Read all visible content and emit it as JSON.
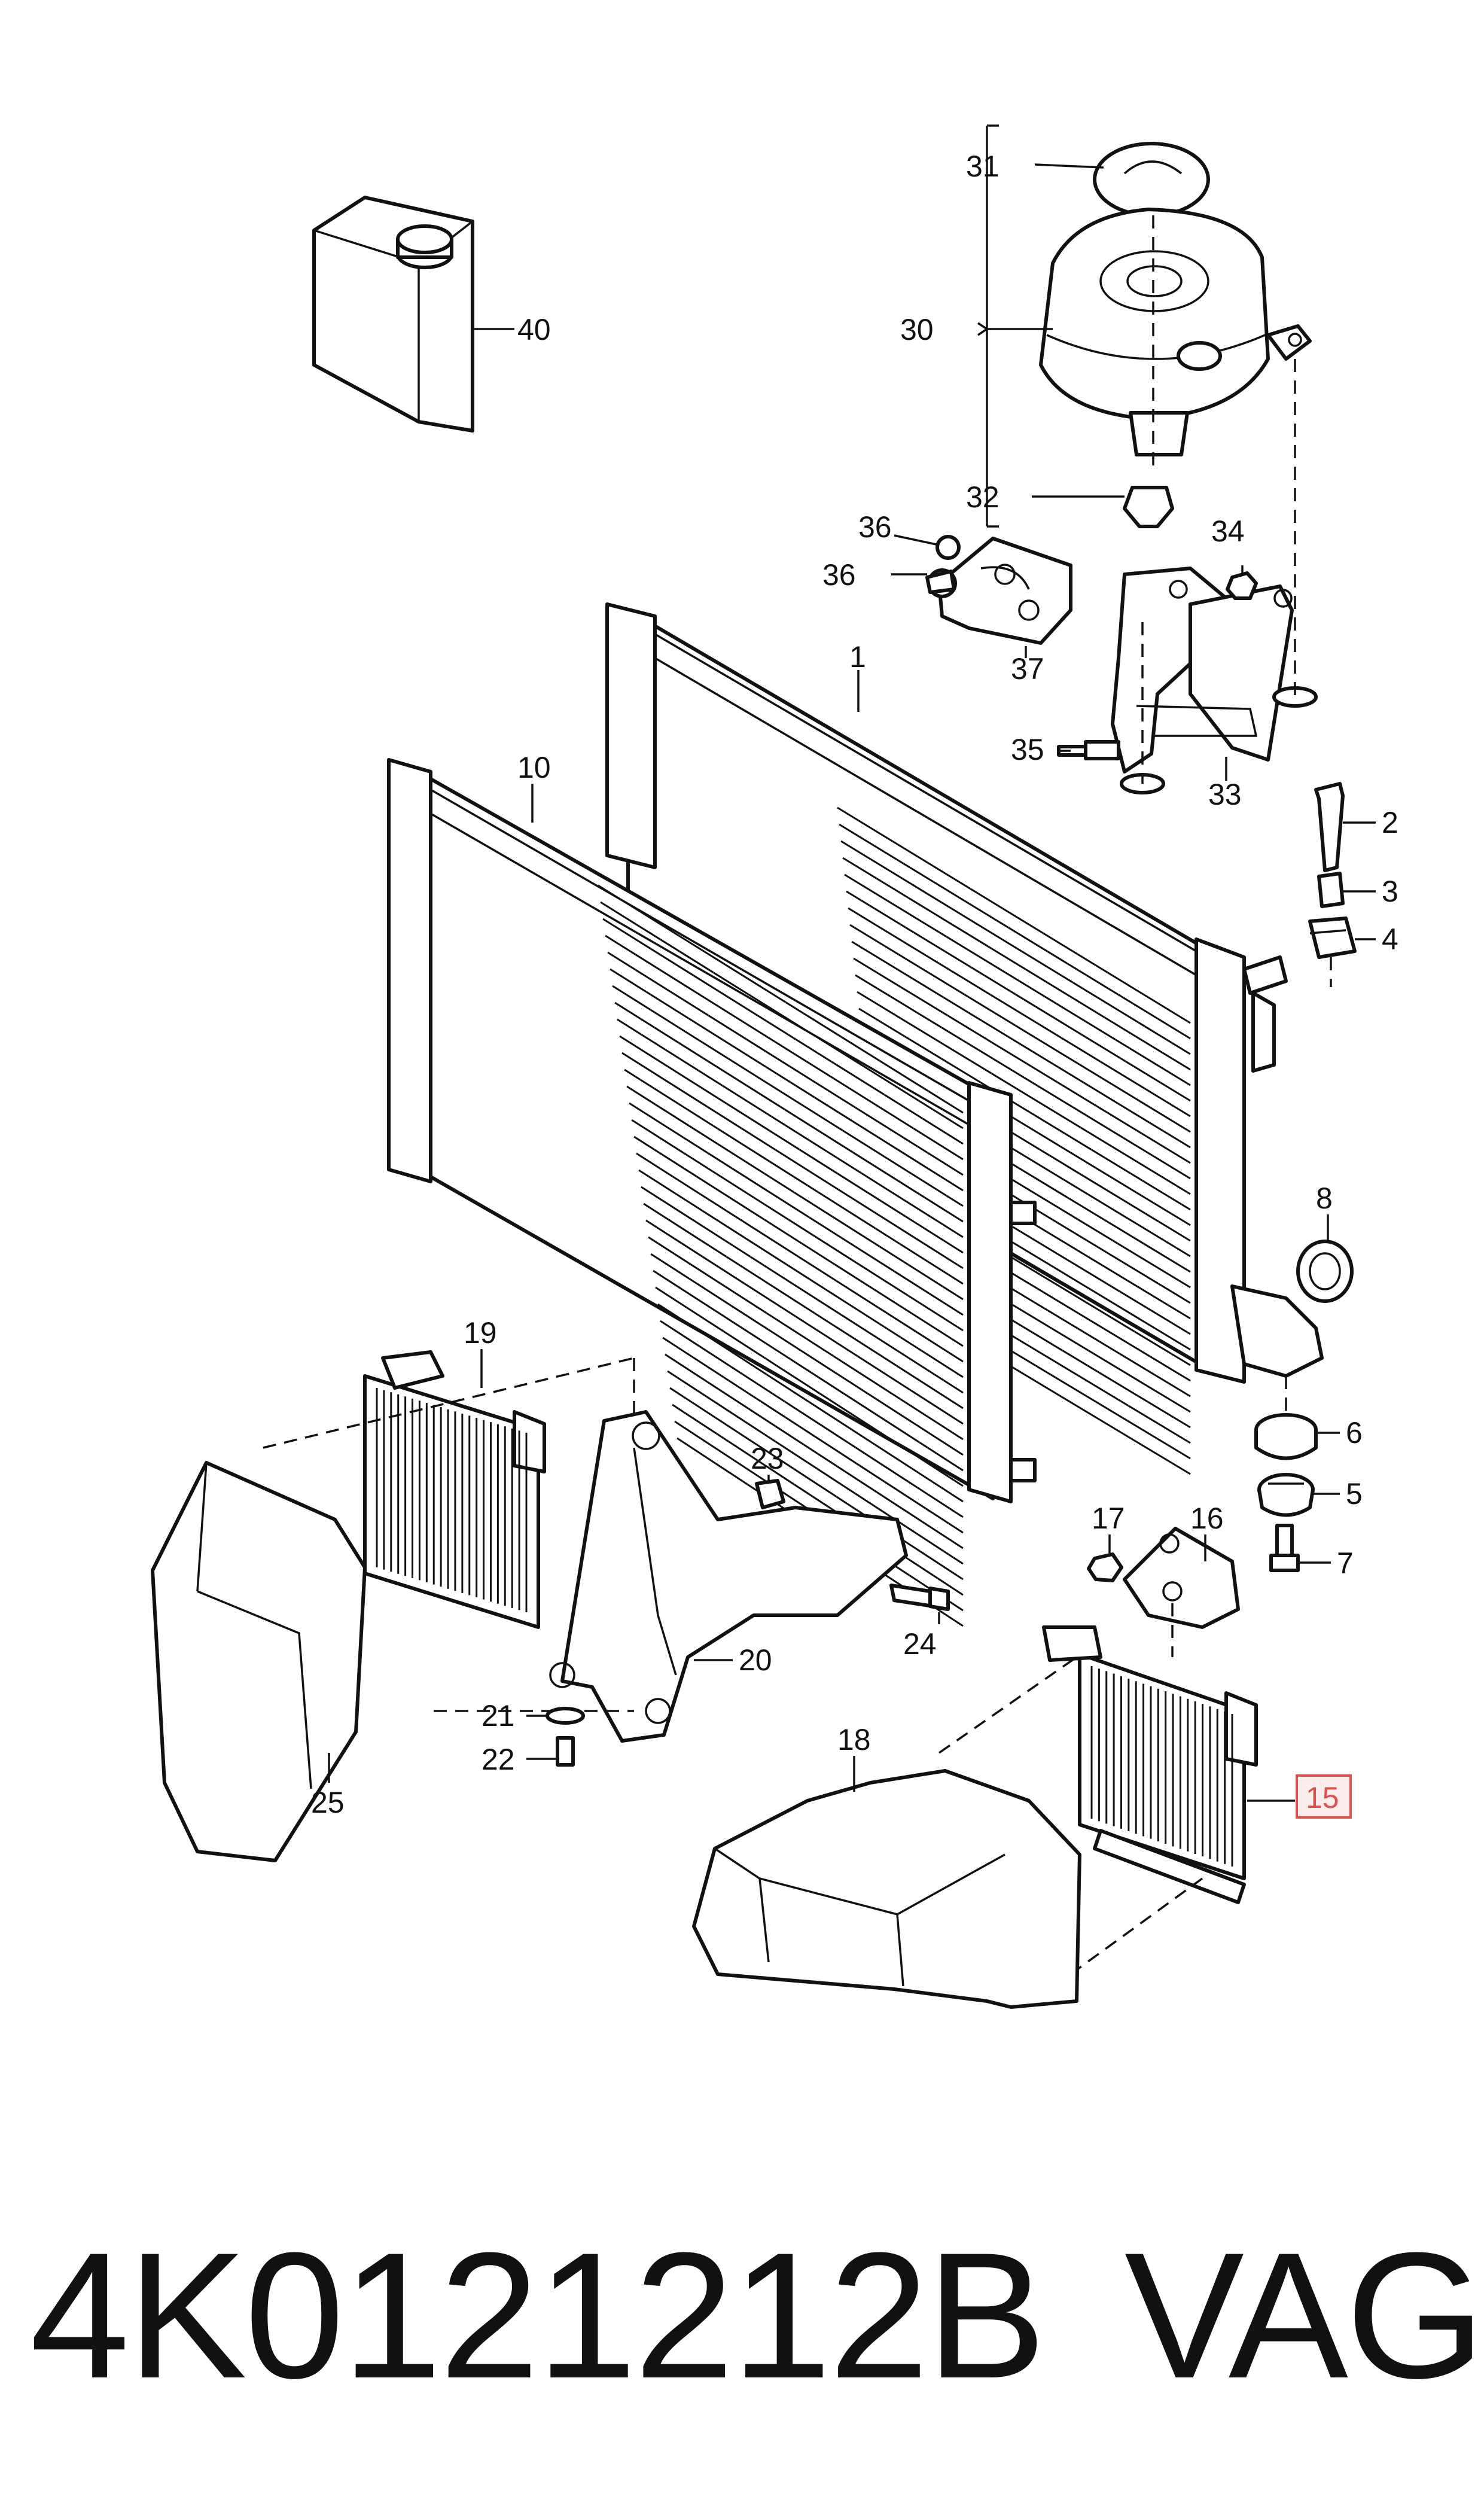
{
  "callouts": {
    "c1": "1",
    "c2": "2",
    "c3": "3",
    "c4": "4",
    "c5": "5",
    "c6": "6",
    "c7": "7",
    "c8": "8",
    "c10": "10",
    "c15": "15",
    "c16": "16",
    "c17": "17",
    "c18": "18",
    "c19": "19",
    "c20": "20",
    "c21": "21",
    "c22": "22",
    "c23": "23",
    "c24": "24",
    "c25": "25",
    "c30": "30",
    "c31": "31",
    "c32": "32",
    "c33": "33",
    "c34": "34",
    "c35": "35",
    "c36a": "36",
    "c36b": "36",
    "c37": "37",
    "c40": "40"
  },
  "highlighted_callout": "15",
  "highlight_color": "#d9534f",
  "footer": {
    "part_number": "4K0121212B",
    "brand": "VAG"
  }
}
